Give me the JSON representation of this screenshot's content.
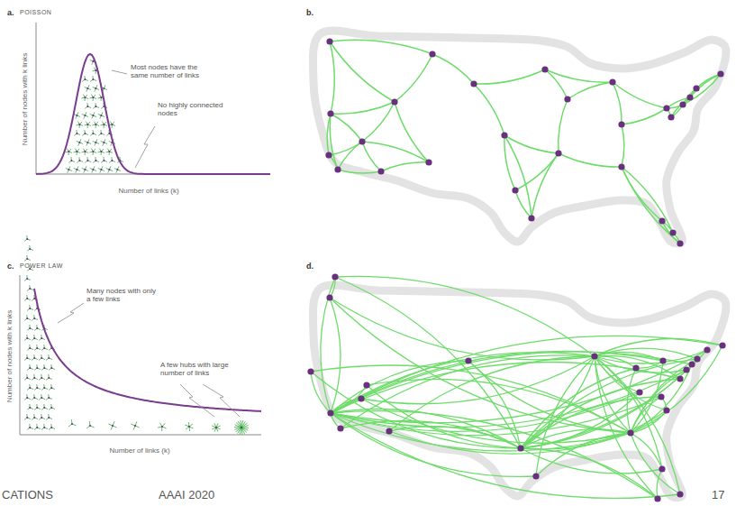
{
  "diagram": {
    "labels": [
      "a.",
      "POISSON",
      "Number of nodes with k links",
      "Most nodes have the same number of links",
      "No highly connected nodes",
      "Number of links (k)",
      "b.",
      "c.",
      "POWER LAW",
      "Many nodes with only a few links",
      "A few hubs with large number of links",
      "Number of nodes with k links",
      "Number of links (k)",
      "d.",
      "CATIONS",
      "AAAI 2020",
      "17"
    ]
  }
}
